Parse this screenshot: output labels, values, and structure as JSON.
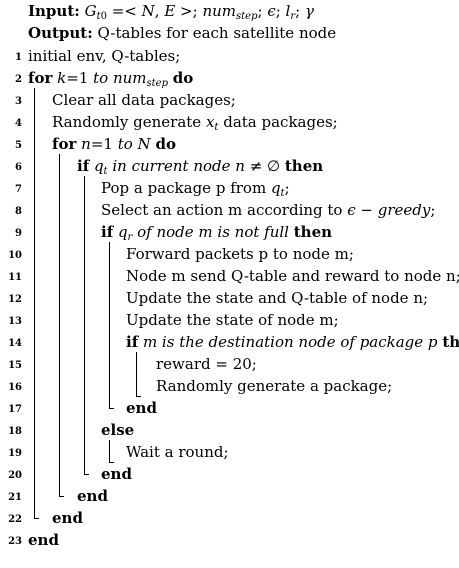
{
  "header": {
    "input_label": "Input:",
    "input_text": "G_t0 =< N, E >; num_step; ε; l_r; γ",
    "output_label": "Output:",
    "output_text": "Q-tables for each satellite node"
  },
  "kw": {
    "for": "for",
    "do": "do",
    "if": "if",
    "then": "then",
    "else": "else",
    "end": "end"
  },
  "lines": [
    {
      "n": "1",
      "text": "initial env, Q-tables;"
    },
    {
      "n": "2",
      "cond": "k=1 to num_step"
    },
    {
      "n": "3",
      "text": "Clear all data packages;"
    },
    {
      "n": "4",
      "text": "Randomly generate x_t data packages;"
    },
    {
      "n": "5",
      "cond": "n=1 to N"
    },
    {
      "n": "6",
      "cond": "q_t in current node n ≠ ∅"
    },
    {
      "n": "7",
      "text": "Pop a package p from q_t;"
    },
    {
      "n": "8",
      "text": "Select an action m according to ε − greedy;"
    },
    {
      "n": "9",
      "cond": "q_r of node m is not full"
    },
    {
      "n": "10",
      "text": "Forward packets p to node m;"
    },
    {
      "n": "11",
      "text": "Node m send Q-table and reward to node n;"
    },
    {
      "n": "12",
      "text": "Update the state and Q-table of node n;"
    },
    {
      "n": "13",
      "text": "Update the state of node m;"
    },
    {
      "n": "14",
      "cond": "m is the destination node of package p"
    },
    {
      "n": "15",
      "text": "reward = 20;"
    },
    {
      "n": "16",
      "text": "Randomly generate a package;"
    },
    {
      "n": "17"
    },
    {
      "n": "18"
    },
    {
      "n": "19",
      "text": "Wait a round;"
    },
    {
      "n": "20"
    },
    {
      "n": "21"
    },
    {
      "n": "22"
    },
    {
      "n": "23"
    }
  ]
}
